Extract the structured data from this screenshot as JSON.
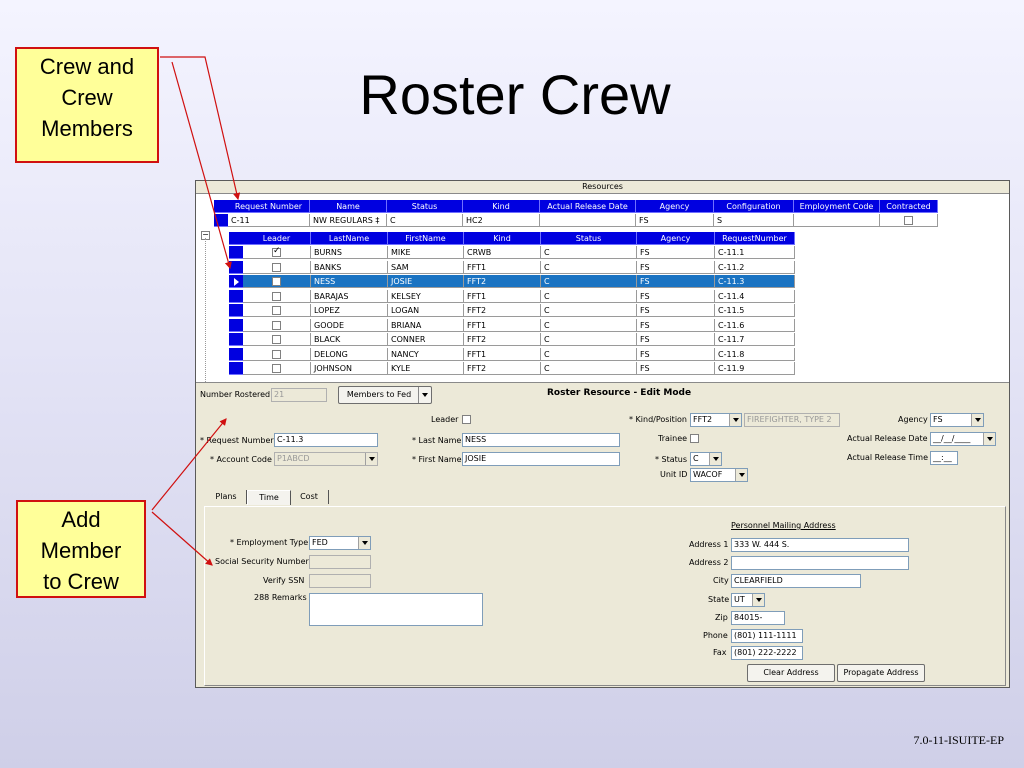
{
  "slide": {
    "title": "Roster Crew",
    "callout_top": [
      "Crew and",
      "Crew",
      "Members"
    ],
    "callout_bottom": [
      "Add",
      "Member",
      "to Crew"
    ],
    "footer": "7.0-11-ISUITE-EP",
    "accent_color": "#d01010"
  },
  "resources": {
    "title": "Resources",
    "parent_headers": [
      "Request Number",
      "Name",
      "Status",
      "Kind",
      "Actual Release Date",
      "Agency",
      "Configuration",
      "Employment Code",
      "Contracted"
    ],
    "parent_row": [
      "C-11",
      "NW REGULARS ‡",
      "C",
      "HC2",
      "",
      "FS",
      "S",
      "",
      ""
    ],
    "child_headers": [
      "Leader",
      "LastName",
      "FirstName",
      "Kind",
      "Status",
      "Agency",
      "RequestNumber"
    ],
    "members": [
      {
        "leader": true,
        "last": "BURNS",
        "first": "MIKE",
        "kind": "CRWB",
        "status": "C",
        "agency": "FS",
        "req": "C-11.1"
      },
      {
        "leader": false,
        "last": "BANKS",
        "first": "SAM",
        "kind": "FFT1",
        "status": "C",
        "agency": "FS",
        "req": "C-11.2"
      },
      {
        "leader": false,
        "last": "NESS",
        "first": "JOSIE",
        "kind": "FFT2",
        "status": "C",
        "agency": "FS",
        "req": "C-11.3",
        "selected": true
      },
      {
        "leader": false,
        "last": "BARAJAS",
        "first": "KELSEY",
        "kind": "FFT1",
        "status": "C",
        "agency": "FS",
        "req": "C-11.4"
      },
      {
        "leader": false,
        "last": "LOPEZ",
        "first": "LOGAN",
        "kind": "FFT2",
        "status": "C",
        "agency": "FS",
        "req": "C-11.5"
      },
      {
        "leader": false,
        "last": "GOODE",
        "first": "BRIANA",
        "kind": "FFT1",
        "status": "C",
        "agency": "FS",
        "req": "C-11.6"
      },
      {
        "leader": false,
        "last": "BLACK",
        "first": "CONNER",
        "kind": "FFT2",
        "status": "C",
        "agency": "FS",
        "req": "C-11.7"
      },
      {
        "leader": false,
        "last": "DELONG",
        "first": "NANCY",
        "kind": "FFT1",
        "status": "C",
        "agency": "FS",
        "req": "C-11.8"
      },
      {
        "leader": false,
        "last": "JOHNSON",
        "first": "KYLE",
        "kind": "FFT2",
        "status": "C",
        "agency": "FS",
        "req": "C-11.9"
      }
    ]
  },
  "midbar": {
    "number_rostered_label": "Number Rostered",
    "number_rostered_value": "21",
    "members_button": "Members to Fed",
    "mode_title": "Roster Resource - Edit Mode"
  },
  "form": {
    "leader_label": "Leader",
    "request_number_label": "* Request Number",
    "request_number": "C-11.3",
    "account_code_label": "* Account Code",
    "account_code": "P1ABCD",
    "last_name_label": "* Last Name",
    "last_name": "NESS",
    "first_name_label": "* First Name",
    "first_name": "JOSIE",
    "kind_label": "* Kind/Position",
    "kind": "FFT2",
    "kind_desc": "FIREFIGHTER, TYPE 2",
    "trainee_label": "Trainee",
    "status_label": "* Status",
    "status": "C",
    "unit_label": "Unit ID",
    "unit": "WACOF",
    "agency_label": "Agency",
    "agency": "FS",
    "release_date_label": "Actual Release Date",
    "release_date": "__/__/____",
    "release_time_label": "Actual Release Time",
    "release_time": "__:__"
  },
  "tabs": [
    "Plans",
    "Time",
    "Cost"
  ],
  "time_tab": {
    "employment_type_label": "* Employment Type",
    "employment_type": "FED",
    "ssn_label": "Social Security Number",
    "verify_ssn_label": "Verify SSN",
    "remarks_label": "288 Remarks",
    "address_header": "Personnel Mailing Address",
    "address1_label": "Address 1",
    "address1": "333 W. 444 S.",
    "address2_label": "Address 2",
    "address2": "",
    "city_label": "City",
    "city": "CLEARFIELD",
    "state_label": "State",
    "state": "UT",
    "zip_label": "Zip",
    "zip": "84015-",
    "phone_label": "Phone",
    "phone": "(801) 111-1111",
    "fax_label": "Fax",
    "fax": "(801) 222-2222",
    "clear_button": "Clear Address",
    "propagate_button": "Propagate Address"
  }
}
